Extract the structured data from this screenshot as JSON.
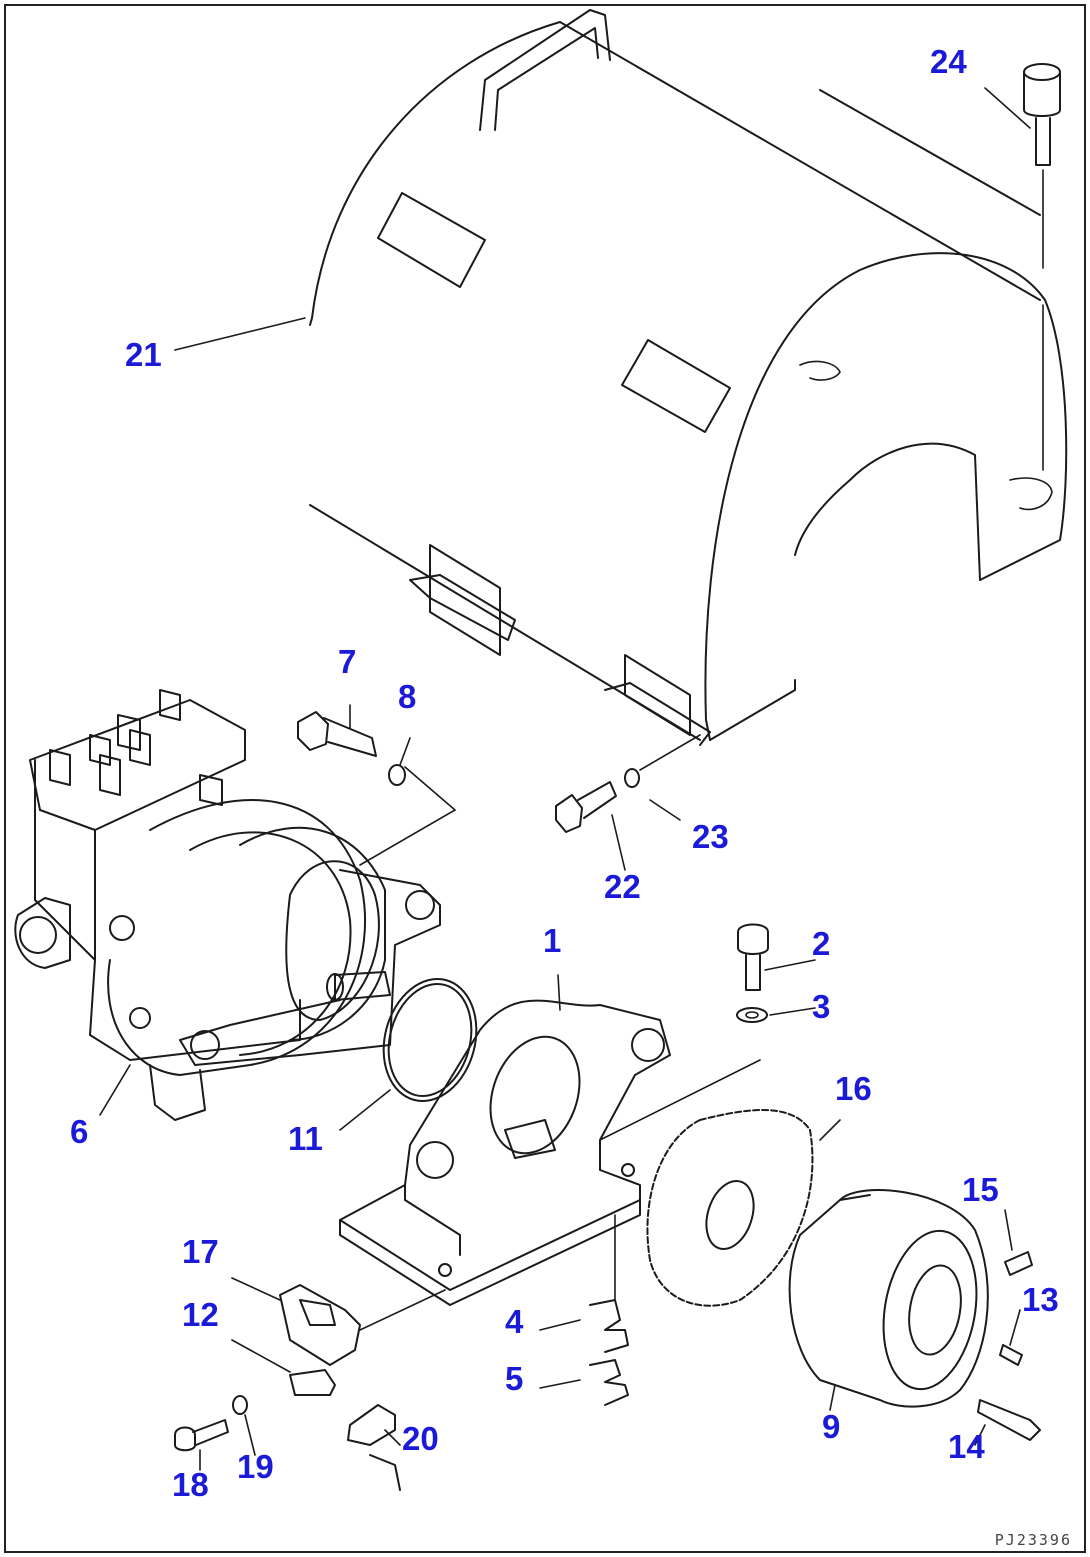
{
  "diagram": {
    "drawing_code": "PJ23396",
    "colors": {
      "label": "#1a1ad8",
      "line": "#1b1b1b",
      "background": "#ffffff"
    },
    "parts": [
      {
        "id": "1",
        "label": "1"
      },
      {
        "id": "2",
        "label": "2"
      },
      {
        "id": "3",
        "label": "3"
      },
      {
        "id": "4",
        "label": "4"
      },
      {
        "id": "5",
        "label": "5"
      },
      {
        "id": "6",
        "label": "6"
      },
      {
        "id": "7",
        "label": "7"
      },
      {
        "id": "8",
        "label": "8"
      },
      {
        "id": "9",
        "label": "9"
      },
      {
        "id": "11",
        "label": "11"
      },
      {
        "id": "12",
        "label": "12"
      },
      {
        "id": "13",
        "label": "13"
      },
      {
        "id": "14",
        "label": "14"
      },
      {
        "id": "15",
        "label": "15"
      },
      {
        "id": "16",
        "label": "16"
      },
      {
        "id": "17",
        "label": "17"
      },
      {
        "id": "18",
        "label": "18"
      },
      {
        "id": "19",
        "label": "19"
      },
      {
        "id": "20",
        "label": "20"
      },
      {
        "id": "21",
        "label": "21"
      },
      {
        "id": "22",
        "label": "22"
      },
      {
        "id": "23",
        "label": "23"
      },
      {
        "id": "24",
        "label": "24"
      }
    ]
  }
}
